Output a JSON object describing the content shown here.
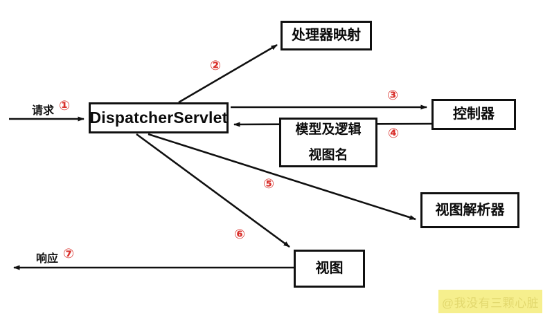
{
  "diagram": {
    "nodes": {
      "dispatcher": "DispatcherServlet",
      "handler_mapping": "处理器映射",
      "controller": "控制器",
      "model_and_view": "模型及逻辑\n视图名",
      "view_resolver": "视图解析器",
      "view": "视图"
    },
    "edge_labels": {
      "request": "请求",
      "response": "响应"
    },
    "steps": {
      "s1": "①",
      "s2": "②",
      "s3": "③",
      "s4": "④",
      "s5": "⑤",
      "s6": "⑥",
      "s7": "⑦"
    },
    "colors": {
      "line": "#101010",
      "step_red": "#d9312c",
      "watermark_bg": "#f6ef8d",
      "watermark_text": "#e2d86e"
    },
    "watermark": "@我没有三颗心脏"
  }
}
